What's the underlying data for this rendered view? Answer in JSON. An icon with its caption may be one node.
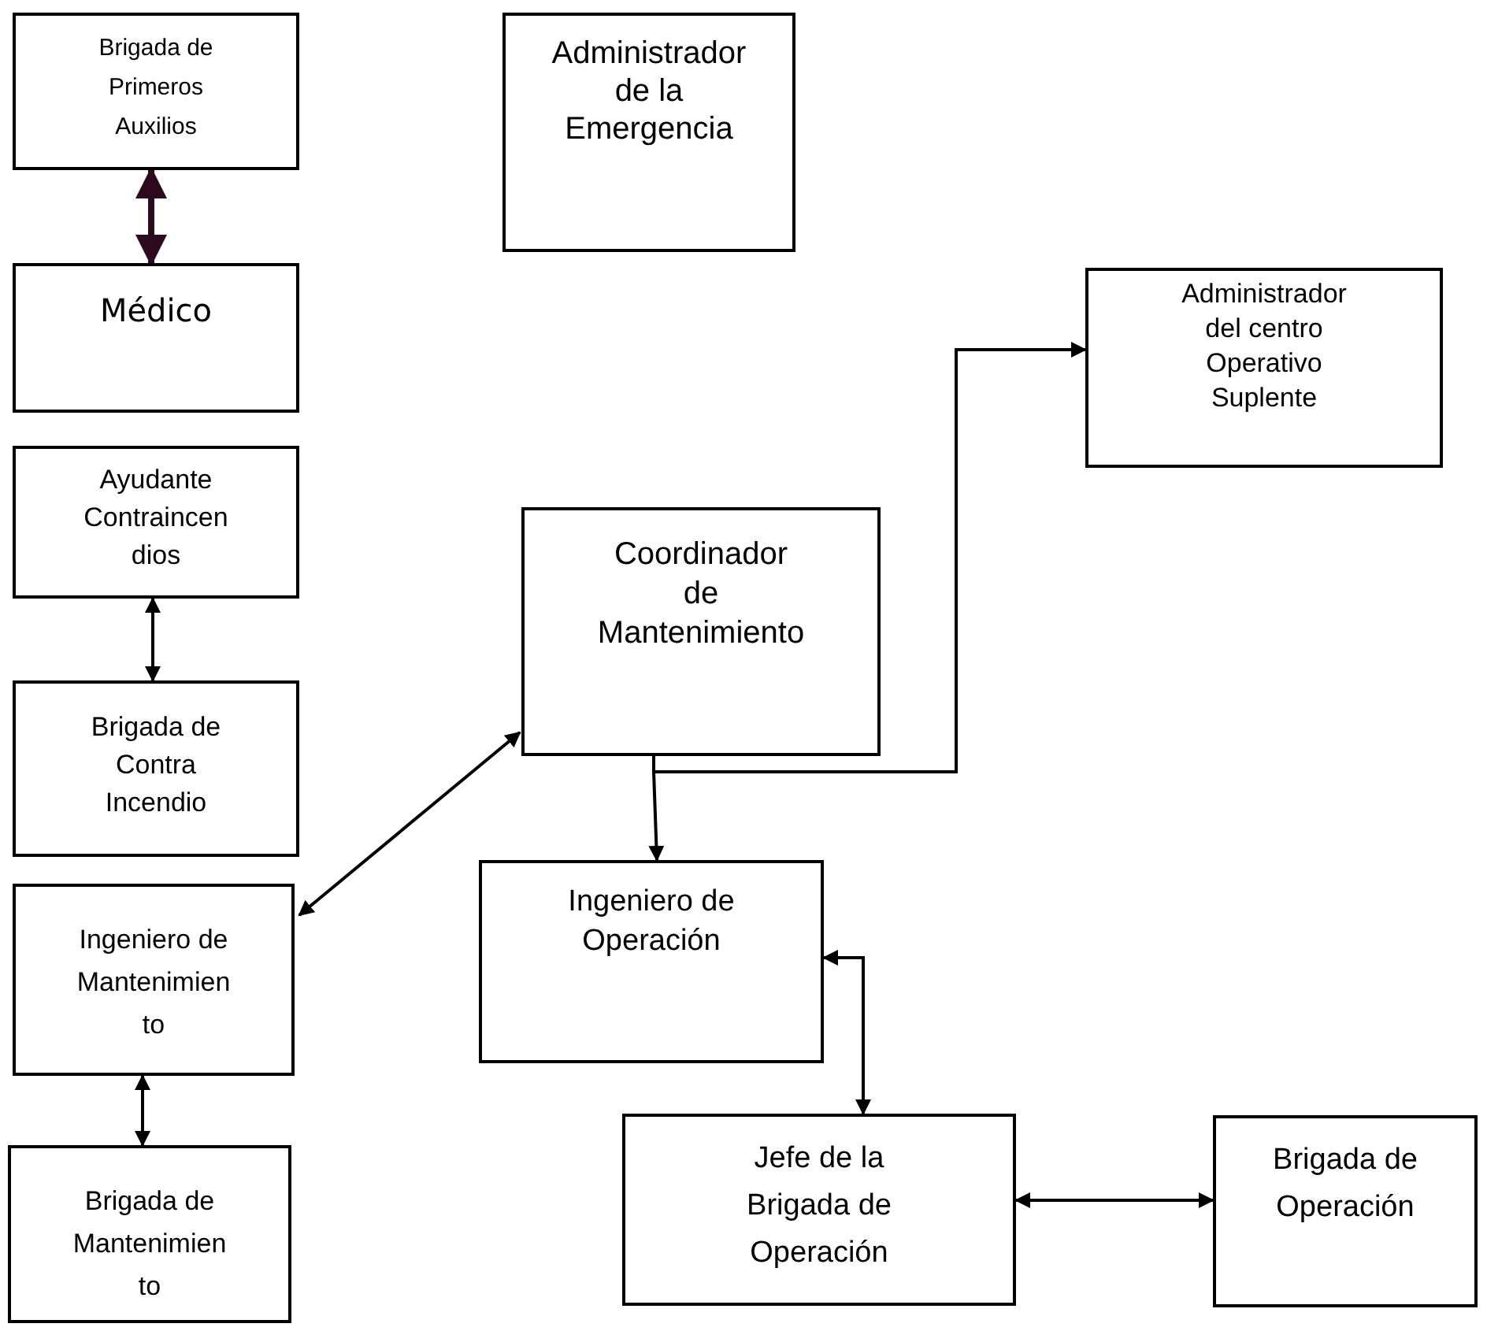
{
  "diagram": {
    "nodes": [
      {
        "text": [
          "Brigada de Primeros Auxilios"
        ]
      },
      {
        "text": [
          "Administrador de la Emergencia"
        ]
      },
      {
        "text": [
          "Médico"
        ]
      },
      {
        "text": [
          "Administrador del centro Operativo Suplente"
        ]
      },
      {
        "text": [
          "Ayudante Contraincen dios"
        ]
      },
      {
        "text": [
          "Coordinador de Mantenimiento"
        ]
      },
      {
        "text": [
          "Brigada de Contra Incendio"
        ]
      },
      {
        "text": [
          "Ingeniero de Operación"
        ]
      },
      {
        "text": [
          "Ingeniero de Mantenimien to"
        ]
      },
      {
        "text": [
          "Jefe de la Brigada de Operación"
        ]
      },
      {
        "text": [
          "Brigada de Operación"
        ]
      },
      {
        "text": [
          "Brigada de Mantenimien to"
        ]
      }
    ],
    "edges": [
      {
        "from": 0,
        "to": 2,
        "arrow": "both",
        "color": "#2d0a1e",
        "style": "thick"
      },
      {
        "from": 4,
        "to": 6,
        "arrow": "both"
      },
      {
        "from": 8,
        "to": 5,
        "arrow": "both"
      },
      {
        "from": 8,
        "to": 11,
        "arrow": "both"
      },
      {
        "from": 5,
        "to": 3,
        "arrow": "to"
      },
      {
        "from": 5,
        "to": 7,
        "arrow": "to"
      },
      {
        "from": 7,
        "to": 9,
        "arrow": "both"
      },
      {
        "from": 9,
        "to": 10,
        "arrow": "both"
      }
    ]
  }
}
